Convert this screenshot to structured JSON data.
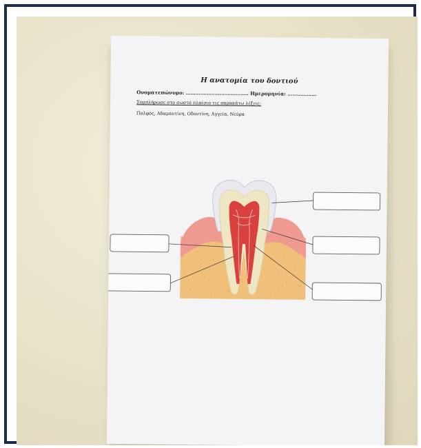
{
  "worksheet": {
    "title": "Η ανατομία του δοντιού",
    "name_line": "Ονοματεπώνυμο: ………………………………… Ημερομηνία: ………………",
    "instruction": "Συμπλήρωσε στο σωστό πλαίσιο τις παρακάτω λέξεις:",
    "words": "Πολφός, Αδαμαντίνη, Οδοντίνη, Αγγεία, Νεύρα"
  },
  "colors": {
    "frame": "#1c2a48",
    "background": "#e7e1c7",
    "paper": "#f4f4f6",
    "enamel": "#e9e9ef",
    "dentin": "#efe6c4",
    "pulp": "#d9413f",
    "gum": "#ee9a91",
    "bone": "#f0c07b"
  },
  "label_boxes": [
    {
      "id": "enamel-box",
      "value": ""
    },
    {
      "id": "dentin-box",
      "value": ""
    },
    {
      "id": "pulp-box",
      "value": ""
    },
    {
      "id": "vessels-box",
      "value": ""
    },
    {
      "id": "nerves-box",
      "value": ""
    }
  ]
}
